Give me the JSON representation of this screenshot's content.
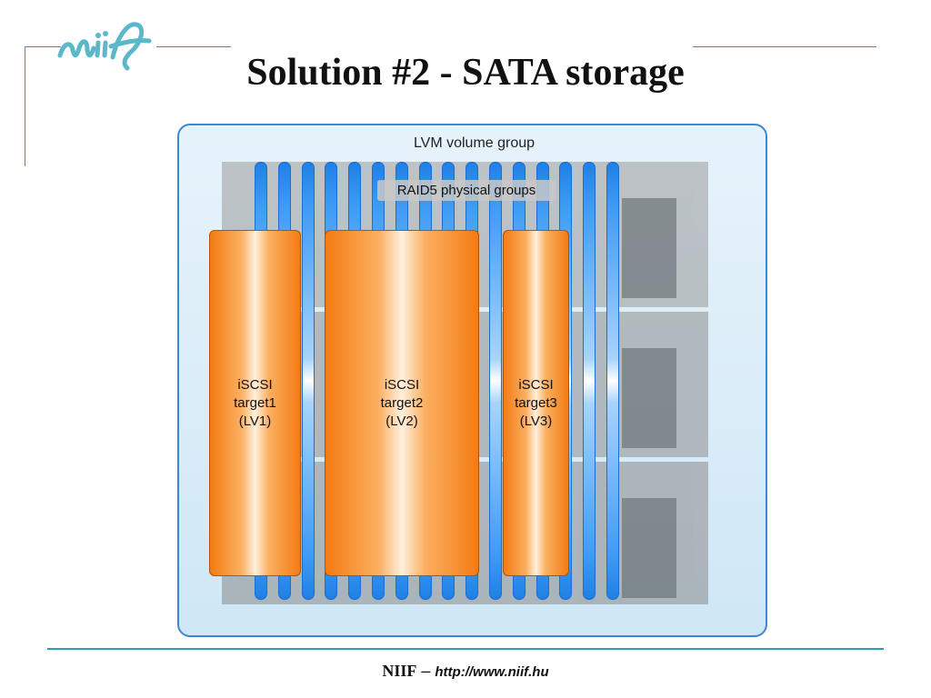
{
  "slide": {
    "title": "Solution #2 - SATA storage",
    "footer": {
      "org": "NIIF",
      "separator": " – ",
      "url": "http://www.niif.hu"
    }
  },
  "diagram": {
    "group_label": "LVM volume group",
    "raid_label": "RAID5 physical groups",
    "bar_count": 16,
    "targets": [
      {
        "label": "iSCSI\ntarget1\n(LV1)"
      },
      {
        "label": "iSCSI\ntarget2\n(LV2)"
      },
      {
        "label": "iSCSI\ntarget3\n(LV3)"
      }
    ]
  },
  "colors": {
    "accent": "#2aa3a6",
    "bar": "#1f7fe6",
    "target": "#f47b12",
    "frame": "#3e88cc"
  }
}
